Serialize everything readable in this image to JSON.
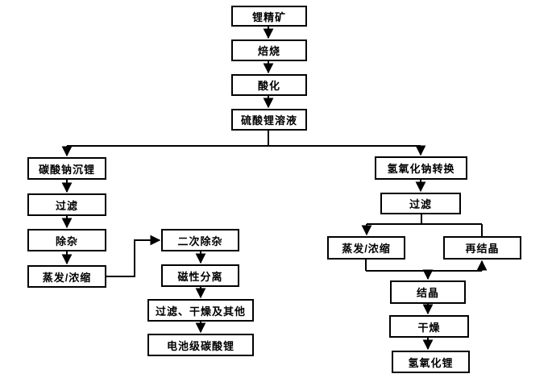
{
  "diagram": {
    "type": "flowchart",
    "colors": {
      "background": "#ffffff",
      "box_fill": "#ffffff",
      "box_border": "#000000",
      "text": "#000000",
      "connector": "#000000"
    },
    "nodes": {
      "lithium_concentrate": {
        "label": "锂精矿"
      },
      "roasting": {
        "label": "焙烧"
      },
      "acidification": {
        "label": "酸化"
      },
      "lithium_sulfate_solution": {
        "label": "硫酸锂溶液"
      },
      "sodium_carbonate_precip": {
        "label": "碳酸钠沉锂"
      },
      "filtration_left": {
        "label": "过滤"
      },
      "impurity_removal": {
        "label": "除杂"
      },
      "evaporation_left": {
        "label": "蒸发/浓缩"
      },
      "secondary_impurity_removal": {
        "label": "二次除杂"
      },
      "magnetic_separation": {
        "label": "磁性分离"
      },
      "filtration_drying_others": {
        "label": "过滤、干燥及其他"
      },
      "battery_grade_carbonate": {
        "label": "电池级碳酸锂"
      },
      "naoh_conversion": {
        "label": "氢氧化钠转换"
      },
      "filtration_right": {
        "label": "过滤"
      },
      "evaporation_right": {
        "label": "蒸发/浓缩"
      },
      "recrystallization": {
        "label": "再结晶"
      },
      "crystallization": {
        "label": "结晶"
      },
      "drying": {
        "label": "干燥"
      },
      "lithium_hydroxide": {
        "label": "氢氧化锂"
      }
    },
    "edges": [
      {
        "from": "lithium_concentrate",
        "to": "roasting"
      },
      {
        "from": "roasting",
        "to": "acidification"
      },
      {
        "from": "acidification",
        "to": "lithium_sulfate_solution"
      },
      {
        "from": "lithium_sulfate_solution",
        "to": "sodium_carbonate_precip"
      },
      {
        "from": "lithium_sulfate_solution",
        "to": "naoh_conversion"
      },
      {
        "from": "sodium_carbonate_precip",
        "to": "filtration_left"
      },
      {
        "from": "filtration_left",
        "to": "impurity_removal"
      },
      {
        "from": "impurity_removal",
        "to": "evaporation_left"
      },
      {
        "from": "evaporation_left",
        "to": "secondary_impurity_removal"
      },
      {
        "from": "secondary_impurity_removal",
        "to": "magnetic_separation"
      },
      {
        "from": "magnetic_separation",
        "to": "filtration_drying_others"
      },
      {
        "from": "filtration_drying_others",
        "to": "battery_grade_carbonate"
      },
      {
        "from": "naoh_conversion",
        "to": "filtration_right"
      },
      {
        "from": "filtration_right",
        "to": "evaporation_right"
      },
      {
        "from": "recrystallization",
        "to": "evaporation_right"
      },
      {
        "from": "evaporation_right",
        "to": "recrystallization"
      },
      {
        "from": "evaporation_right",
        "to": "crystallization"
      },
      {
        "from": "crystallization",
        "to": "drying"
      },
      {
        "from": "drying",
        "to": "lithium_hydroxide"
      }
    ]
  }
}
